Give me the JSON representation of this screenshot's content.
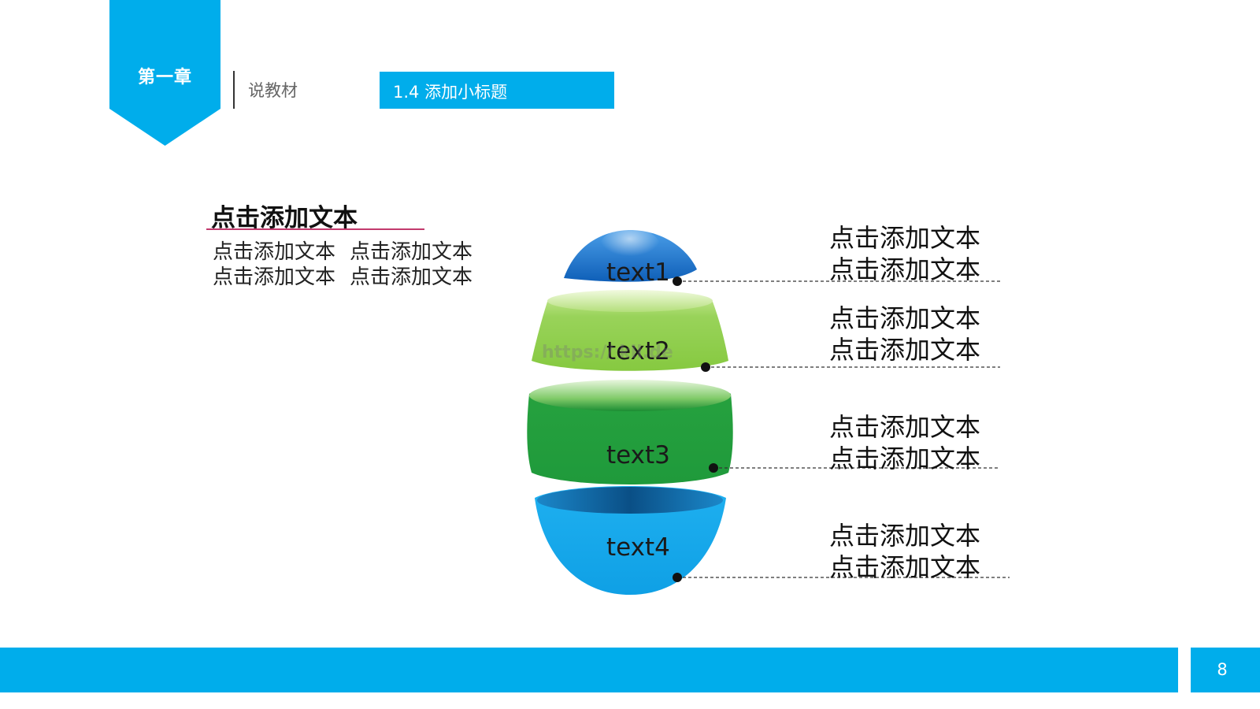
{
  "header": {
    "chapter_label": "第一章",
    "section_name": "说教材",
    "subtitle": "1.4  添加小标题"
  },
  "text_block": {
    "heading": "点击添加文本",
    "lines": [
      [
        "点击添加文本",
        "点击添加文本"
      ],
      [
        "点击添加文本",
        "点击添加文本"
      ]
    ]
  },
  "diagram": {
    "slices": [
      {
        "label": "text1",
        "callout": [
          "点击添加文本",
          "点击添加文本"
        ]
      },
      {
        "label": "text2",
        "callout": [
          "点击添加文本",
          "点击添加文本"
        ]
      },
      {
        "label": "text3",
        "callout": [
          "点击添加文本",
          "点击添加文本"
        ]
      },
      {
        "label": "text4",
        "callout": [
          "点击添加文本",
          "点击添加文本"
        ]
      }
    ]
  },
  "watermark": "https://          kll.de",
  "footer": {
    "page_number": "8"
  },
  "colors": {
    "accent": "#00adeb",
    "slice1": "#1f73c9",
    "slice2": "#8dcd4a",
    "slice3": "#2db24a",
    "slice4": "#19a3e6",
    "underline": "#c23a6d"
  }
}
